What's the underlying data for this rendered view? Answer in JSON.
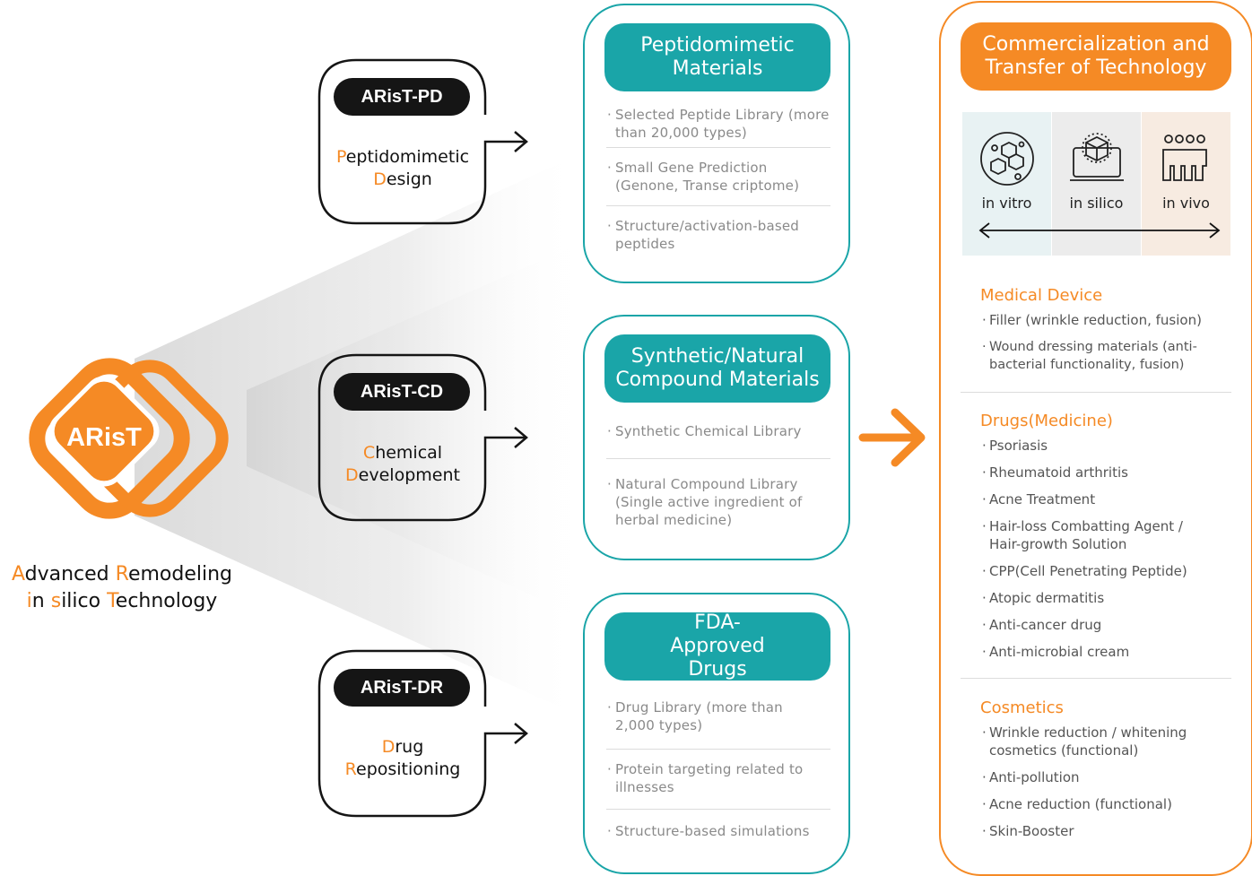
{
  "logo": {
    "text": "ARisT"
  },
  "tagline": {
    "line1": [
      [
        "A",
        "dvanced "
      ],
      [
        "R",
        "emodeling"
      ]
    ],
    "line2": [
      [
        "i",
        "n "
      ],
      [
        "s",
        "ilico "
      ],
      [
        "T",
        "echnology"
      ]
    ]
  },
  "modules": [
    {
      "id": "pd",
      "pill": "ARisT-PD",
      "lines": [
        [
          "P",
          "eptidomimetic"
        ],
        [
          "D",
          "esign"
        ]
      ]
    },
    {
      "id": "cd",
      "pill": "ARisT-CD",
      "lines": [
        [
          "C",
          "hemical"
        ],
        [
          "D",
          "evelopment"
        ]
      ]
    },
    {
      "id": "dr",
      "pill": "ARisT-DR",
      "lines": [
        [
          "D",
          "rug"
        ],
        [
          "R",
          "epositioning"
        ]
      ]
    }
  ],
  "materials": [
    {
      "title": "Peptidomimetic Materials",
      "items": [
        "Selected Peptide Library (more than 20,000 types)",
        "Small Gene Prediction (Genone, Transe criptome)",
        "Structure/activation-based peptides"
      ]
    },
    {
      "title": "Synthetic/Natural Compound Materials",
      "items": [
        "Synthetic Chemical Library",
        "Natural Compound Library (Single active ingredient of herbal medicine)"
      ]
    },
    {
      "title": "FDA-Approved Drugs",
      "items": [
        "Drug Library (more than 2,000 types)",
        "Protein targeting related to illnesses",
        "Structure-based simulations"
      ]
    }
  ],
  "commercialization": {
    "title": "Commercialization and Transfer of Technology",
    "tiles": [
      {
        "label": "in vitro",
        "icon": "molecule-icon",
        "color": "#e8f2f3"
      },
      {
        "label": "in silico",
        "icon": "laptop-cube-icon",
        "color": "#ececec"
      },
      {
        "label": "in vivo",
        "icon": "people-icon",
        "color": "#f7ebe1"
      }
    ],
    "sections": [
      {
        "title": "Medical Device",
        "items": [
          "Filler (wrinkle reduction, fusion)",
          "Wound dressing materials (anti-bacterial functionality, fusion)"
        ]
      },
      {
        "title": "Drugs(Medicine)",
        "items": [
          "Psoriasis",
          "Rheumatoid arthritis",
          "Acne Treatment",
          "Hair-loss Combatting Agent / Hair-growth Solution",
          "CPP(Cell Penetrating Peptide)",
          "Atopic dermatitis",
          "Anti-cancer drug",
          "Anti-microbial cream"
        ]
      },
      {
        "title": "Cosmetics",
        "items": [
          "Wrinkle reduction / whitening cosmetics (functional)",
          "Anti-pollution",
          "Acne reduction (functional)",
          "Skin-Booster"
        ]
      }
    ]
  },
  "colors": {
    "accent": "#f58a25",
    "teal": "#1aa5a8",
    "dark": "#151515"
  }
}
